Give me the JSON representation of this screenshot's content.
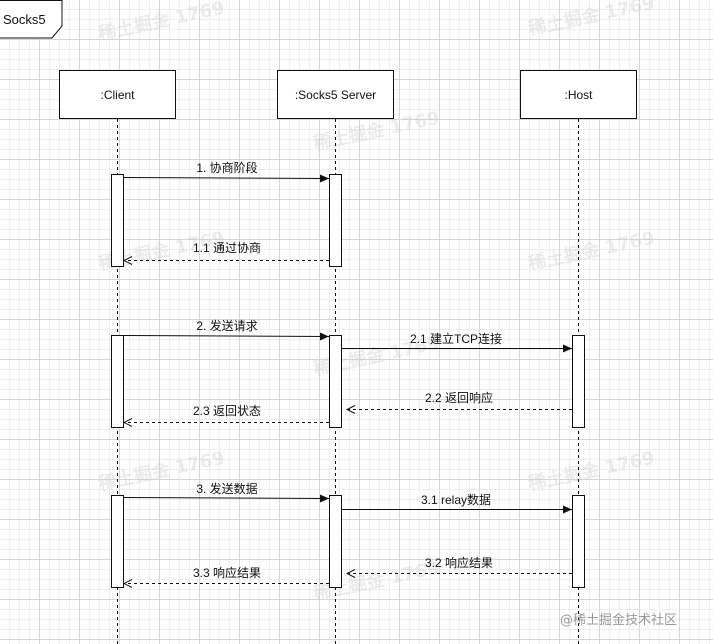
{
  "frame": {
    "title": "Socks5"
  },
  "participants": [
    {
      "id": "client",
      "label": ":Client"
    },
    {
      "id": "server",
      "label": ":Socks5 Server"
    },
    {
      "id": "host",
      "label": ":Host"
    }
  ],
  "messages": [
    {
      "label": "1. 协商阶段",
      "from": "client",
      "to": "server",
      "kind": "call"
    },
    {
      "label": "1.1 通过协商",
      "from": "server",
      "to": "client",
      "kind": "return"
    },
    {
      "label": "2. 发送请求",
      "from": "client",
      "to": "server",
      "kind": "call"
    },
    {
      "label": "2.1 建立TCP连接",
      "from": "server",
      "to": "host",
      "kind": "call"
    },
    {
      "label": "2.2 返回响应",
      "from": "host",
      "to": "server",
      "kind": "return"
    },
    {
      "label": "2.3 返回状态",
      "from": "server",
      "to": "client",
      "kind": "return"
    },
    {
      "label": "3. 发送数据",
      "from": "client",
      "to": "server",
      "kind": "call"
    },
    {
      "label": "3.1 relay数据",
      "from": "server",
      "to": "host",
      "kind": "call"
    },
    {
      "label": "3.2 响应结果",
      "from": "host",
      "to": "server",
      "kind": "return"
    },
    {
      "label": "3.3 响应结果",
      "from": "server",
      "to": "client",
      "kind": "return"
    }
  ],
  "watermark": {
    "text": "稀土掘金 1769"
  },
  "credit": {
    "text": "@稀土掘金技术社区"
  }
}
